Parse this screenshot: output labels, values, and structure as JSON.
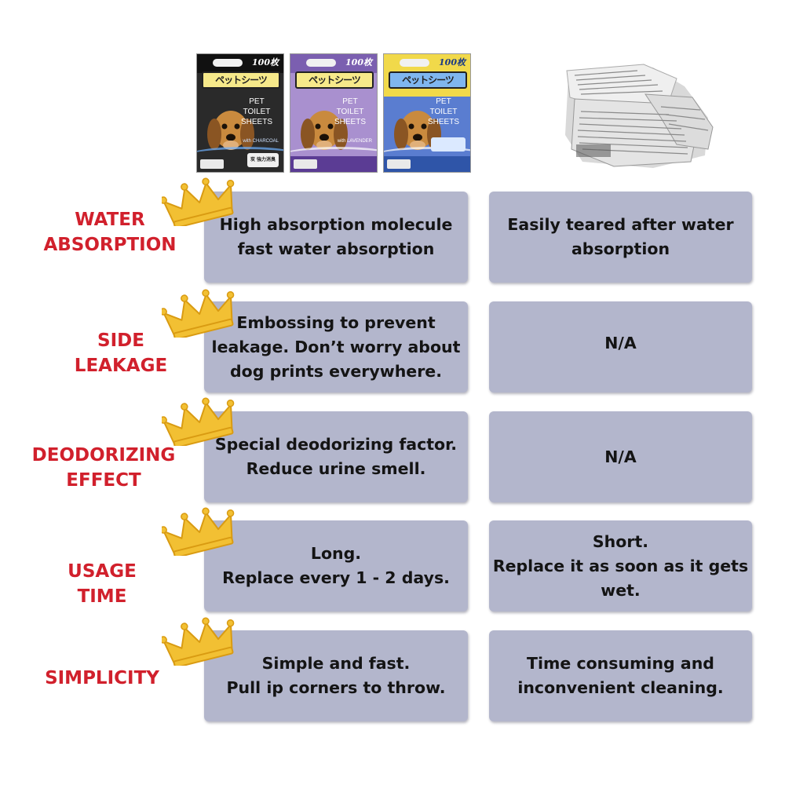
{
  "products": {
    "packages": [
      {
        "count": "100枚",
        "title": "ペットシーツ",
        "pet_lines": [
          "PET",
          "TOILET",
          "SHEETS"
        ],
        "variant": "with CHARCOAL",
        "badge": "炭 強力消臭",
        "color_top": "#111111",
        "color_body": "#2a2a2a",
        "color_accent": "#3a78c9"
      },
      {
        "count": "100枚",
        "title": "ペットシーツ",
        "pet_lines": [
          "PET",
          "TOILET",
          "SHEETS"
        ],
        "variant": "with LAVENDER",
        "badge": "",
        "color_top": "#7b5fb0",
        "color_body": "#a990cf",
        "color_accent": "#5b3c94"
      },
      {
        "count": "100枚",
        "title": "ペットシーツ",
        "pet_lines": [
          "PET",
          "TOILET",
          "SHEETS"
        ],
        "variant": "",
        "badge": "",
        "color_top": "#f1d94a",
        "color_body": "#5a7dd0",
        "color_accent": "#2f55a8"
      }
    ]
  },
  "comparison": {
    "rows": [
      {
        "label_lines": [
          "WATER",
          "ABSORPTION"
        ],
        "left_lines": [
          "High absorption molecule",
          "fast water absorption"
        ],
        "right_lines": [
          "Easily teared after water",
          "absorption"
        ]
      },
      {
        "label_lines": [
          "SIDE",
          "LEAKAGE"
        ],
        "left_lines": [
          "Embossing to prevent",
          "leakage. Don’t worry about",
          "dog prints everywhere."
        ],
        "right_lines": [
          "N/A"
        ]
      },
      {
        "label_lines": [
          "DEODORIZING",
          "EFFECT"
        ],
        "left_lines": [
          "Special deodorizing factor.",
          "Reduce urine smell."
        ],
        "right_lines": [
          "N/A"
        ]
      },
      {
        "label_lines": [
          "USAGE",
          "TIME"
        ],
        "left_lines": [
          "Long.",
          "Replace every 1 - 2 days."
        ],
        "right_lines": [
          "Short.",
          "Replace it as soon as it gets",
          "wet."
        ]
      },
      {
        "label_lines": [
          "SIMPLICITY"
        ],
        "left_lines": [
          "Simple and fast.",
          "Pull ip corners to throw."
        ],
        "right_lines": [
          "Time consuming and",
          "inconvenient cleaning."
        ]
      }
    ]
  },
  "colors": {
    "label_red": "#d1202c",
    "cell_bg": "#b3b6cc",
    "crown_gold": "#f2c033"
  },
  "icons": {
    "row_icon": "crown-icon",
    "comparison_image": "newspaper-stack-image"
  }
}
